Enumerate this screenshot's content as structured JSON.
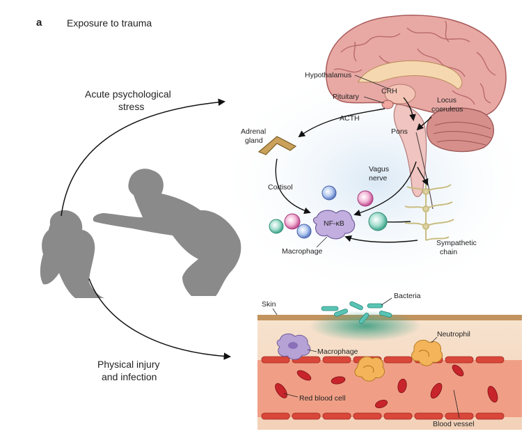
{
  "panel_label": "a",
  "title": "Exposure to trauma",
  "left": {
    "stress_label": [
      "Acute psychological",
      "stress"
    ],
    "injury_label": [
      "Physical injury",
      "and infection"
    ]
  },
  "brain": {
    "hypothalamus": "Hypothalamus",
    "crh": "CRH",
    "pituitary": "Pituitary",
    "locus_coeruleus": [
      "Locus",
      "coeruleus"
    ],
    "acth": "ACTH",
    "pons": "Pons",
    "adrenal_gland": [
      "Adrenal",
      "gland"
    ],
    "vagus_nerve": [
      "Vagus",
      "nerve"
    ],
    "cortisol": "Cortisol",
    "nfkb": "NF-κB",
    "macrophage": "Macrophage",
    "sympathetic_chain": [
      "Sympathetic",
      "chain"
    ]
  },
  "tissue": {
    "skin": "Skin",
    "bacteria": "Bacteria",
    "neutrophil": "Neutrophil",
    "macrophage": "Macrophage",
    "red_blood_cell": "Red blood cell",
    "blood_vessel": "Blood vessel"
  },
  "colors": {
    "brain_pink": "#e8a9a4",
    "brain_fold": "#b86a6a",
    "brainstem": "#f0c4c0",
    "silhouette": "#8a8a8a",
    "adrenal": "#c9a15a",
    "sympathetic": "#ddd3a2",
    "macrophage": "#b7a2d6",
    "neutrophil": "#f3b45a",
    "rbc": "#c8242b",
    "bacteria": "#59c3b4",
    "tissue": "#f6dcc6",
    "vessel": "#f09f86"
  }
}
